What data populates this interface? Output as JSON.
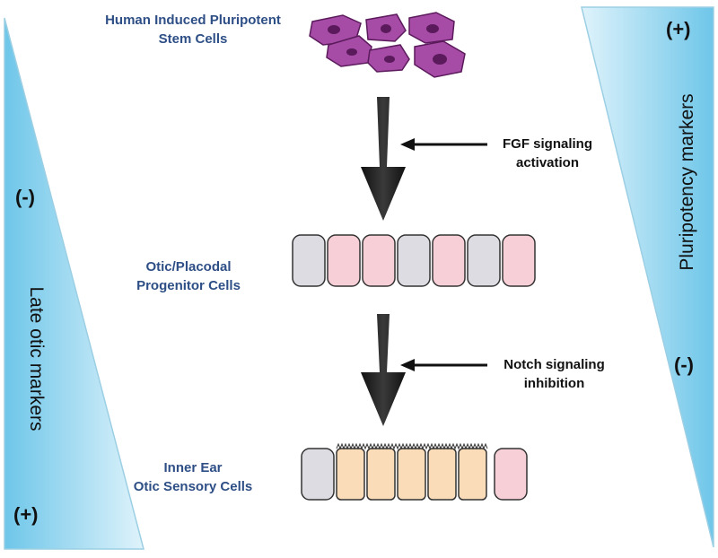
{
  "stages": {
    "stem_cells": "Human Induced Pluripotent\nStem Cells",
    "progenitor": "Otic/Placodal\nProgenitor Cells",
    "sensory": "Inner Ear\nOtic Sensory Cells"
  },
  "signals": {
    "fgf": "FGF signaling\nactivation",
    "notch": "Notch signaling\ninhibition"
  },
  "left_gradient": {
    "title": "Late otic markers",
    "top_sign": "(-)",
    "bottom_sign": "(+)"
  },
  "right_gradient": {
    "title": "Pluripotency markers",
    "top_sign": "(+)",
    "bottom_sign": "(-)"
  },
  "colors": {
    "gradient_light": "#dff3fb",
    "gradient_dark": "#6ec6e9",
    "stem_cell": "#a64ca6",
    "stem_nucleus": "#5b1a5b",
    "cell_grey": "#dcdce2",
    "cell_pink": "#f7cfd6",
    "cell_sensory": "#fbdcb8",
    "stage_text": "#2e4f86"
  }
}
